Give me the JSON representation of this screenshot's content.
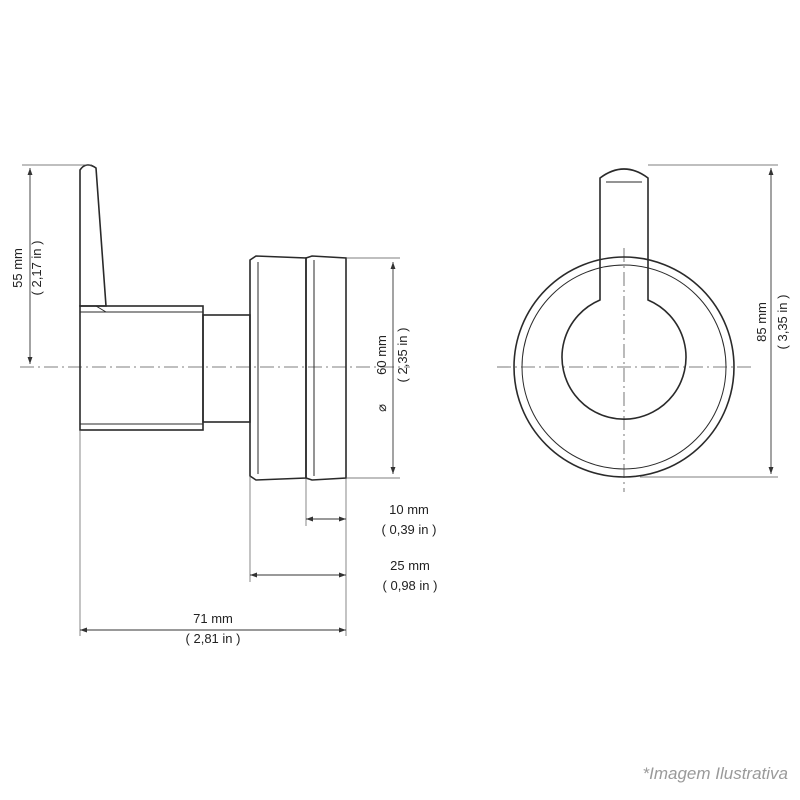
{
  "dimensions": {
    "lever_height": {
      "mm": "55 mm",
      "in": "( 2,17 in )"
    },
    "body_diameter": {
      "symbol": "⌀",
      "mm": "60 mm",
      "in": "( 2,35 in )"
    },
    "front_height": {
      "mm": "85 mm",
      "in": "( 3,35 in )"
    },
    "ring_depth": {
      "mm": "10 mm",
      "in": "( 0,39 in )"
    },
    "plate_depth": {
      "mm": "25 mm",
      "in": "( 0,98 in )"
    },
    "total_depth": {
      "mm": "71 mm",
      "in": "( 2,81 in )"
    }
  },
  "caption": "*Imagem Ilustrativa"
}
